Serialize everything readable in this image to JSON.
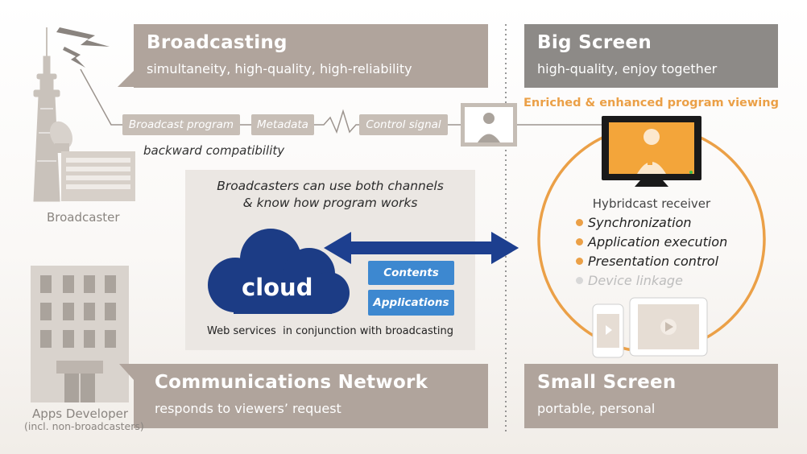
{
  "broadcasting": {
    "title": "Broadcasting",
    "subtitle": "simultaneity, high-quality, high-reliability"
  },
  "big_screen": {
    "title": "Big Screen",
    "subtitle": "high-quality, enjoy together"
  },
  "communications": {
    "title": "Communications Network",
    "subtitle": "responds to viewers’ request"
  },
  "small_screen": {
    "title": "Small Screen",
    "subtitle": "portable, personal"
  },
  "signals": {
    "broadcast_program": "Broadcast program",
    "metadata": "Metadata",
    "control_signal": "Control signal",
    "backward_compat": "backward compatibility"
  },
  "enriched": "Enriched & enhanced program viewing",
  "broadcaster_label": "Broadcaster",
  "apps_developer": {
    "line1": "Apps Developer",
    "line2": "(incl. non-broadcasters)"
  },
  "center": {
    "caption_line1": "Broadcasters can use both channels",
    "caption_line2": "& know how program works",
    "cloud_label": "cloud",
    "contents": "Contents",
    "applications": "Applications",
    "web_services": "Web services  in conjunction with broadcasting"
  },
  "receiver": {
    "title": "Hybridcast receiver",
    "items": [
      "Synchronization",
      "Application execution",
      "Presentation control",
      "Device linkage"
    ]
  },
  "colors": {
    "taupe": "#b0a49c",
    "dark_grey": "#8d8a87",
    "orange": "#eba047",
    "cloud_blue": "#1c3c85",
    "arrow_blue": "#1d3f8f",
    "button_blue": "#3d88d0"
  }
}
